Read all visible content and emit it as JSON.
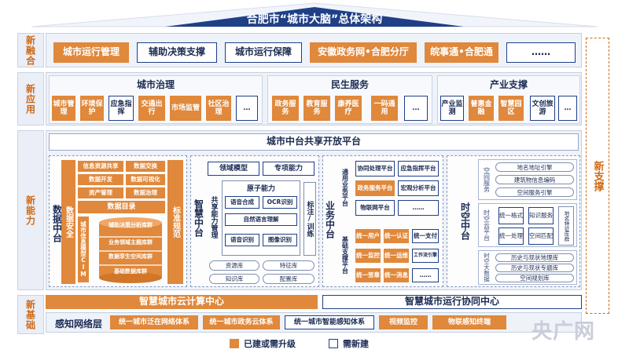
{
  "title": "合肥市“城市大脑”总体架构",
  "layers": {
    "fusion": "新融合",
    "application": "新应用",
    "capability": "新能力",
    "foundation": "新基础",
    "support": "新支撑"
  },
  "fusion_items": [
    "城市运行管理",
    "辅助决策支撑",
    "城市运行保障",
    "安徽政务网•合肥分厅",
    "皖事通•合肥通",
    "……"
  ],
  "governance": {
    "title": "城市治理",
    "items": [
      "城市管理",
      "环境保护",
      "应急指挥",
      "交通出行",
      "市场监管",
      "社区治理",
      "…"
    ]
  },
  "livelihood": {
    "title": "民生服务",
    "items": [
      "政务服务",
      "教育服务",
      "康养医疗",
      "一码通用",
      "…"
    ]
  },
  "industry": {
    "title": "产业支撑",
    "items": [
      "产业监测",
      "普惠金融",
      "智慧园区",
      "文创旅游",
      "…"
    ]
  },
  "platform_title": "城市中台共享开放平台",
  "data_center": {
    "title": "数据中台",
    "security": "数据安全",
    "standard": "标准规范",
    "grid": [
      "信息资源共享",
      "数据交换",
      "数据开发",
      "数据可视化",
      "资产管理",
      "数据治理"
    ],
    "catalog": "数据目录",
    "cim": "城市信息模型CIM",
    "stack": [
      "辅助决策分析库群",
      "业务领域主题库群",
      "数据孪生空间库群",
      "基础数据库群"
    ]
  },
  "ai_center": {
    "title": "智慧中台",
    "top": [
      "领域模型",
      "专项能力"
    ],
    "mgmt": "共享能力管理",
    "atom_title": "原子能力",
    "atoms": [
      "语音合成",
      "OCR识别",
      "自然语言理解",
      "语音识别",
      "图像识别"
    ],
    "annotate": "标注/训练",
    "libs": [
      "资源库",
      "特征库",
      "知识库",
      "配置库"
    ]
  },
  "business_center": {
    "title": "业务中台",
    "general_label": "通用业务平台",
    "general": [
      "协同处理平台",
      "应急指挥平台",
      "政务服务平台",
      "宏观分析平台",
      "物联网平台",
      "……"
    ],
    "basic_label": "基础支撑平台",
    "basic": [
      "统一用户",
      "统一认证",
      "统一支付",
      "统一监控",
      "统一运维",
      "工作流引擎",
      "统一签章",
      "统一消息",
      "……"
    ]
  },
  "spatial_center": {
    "title": "时空中台",
    "space_label": "空间服务",
    "space": [
      "地名地址引擎",
      "建筑物信息编码",
      "空间服务引擎"
    ],
    "platform_label": "时空云平台",
    "platform": [
      "统一格式",
      "知识服务",
      "统一处理",
      "空间匹配"
    ],
    "feature": "地名特征库群",
    "bigdata_label": "时空大数据",
    "bigdata": [
      "历史与现状地理库",
      "历史与现状专题库",
      "空间规划库"
    ]
  },
  "foundation": {
    "cloud": "智慧城市云计算中心",
    "ops": "智慧城市运行协同中心",
    "network_label": "感知网络层",
    "network": [
      "统一城市泛在网络体系",
      "统一城市政务云体系",
      "统一城市智能感知体系",
      "视频监控",
      "物联感知终端"
    ]
  },
  "legend": {
    "built": "已建或需升级",
    "new": "需新建"
  },
  "watermark": "央广网",
  "colors": {
    "orange": "#e0883b",
    "navy": "#1f3f86",
    "accent_label": "#d06a16"
  }
}
